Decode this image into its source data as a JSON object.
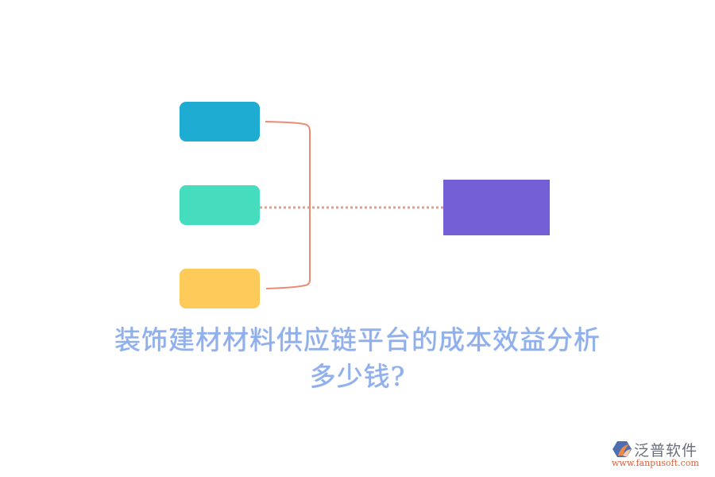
{
  "diagram": {
    "title_line1": "装饰建材材料供应链平台的成本效益分析",
    "title_line2": "多少钱?",
    "nodes": [
      {
        "id": "n1",
        "label": "",
        "color": "#1eacd3"
      },
      {
        "id": "n2",
        "label": "",
        "color": "#46ddbf"
      },
      {
        "id": "n3",
        "label": "",
        "color": "#fecb5a"
      },
      {
        "id": "target",
        "label": "",
        "color": "#755fd7"
      }
    ],
    "connector_color": "#ec8a72"
  },
  "logo": {
    "name": "泛普软件",
    "url": "www.fanpusoft.com"
  }
}
